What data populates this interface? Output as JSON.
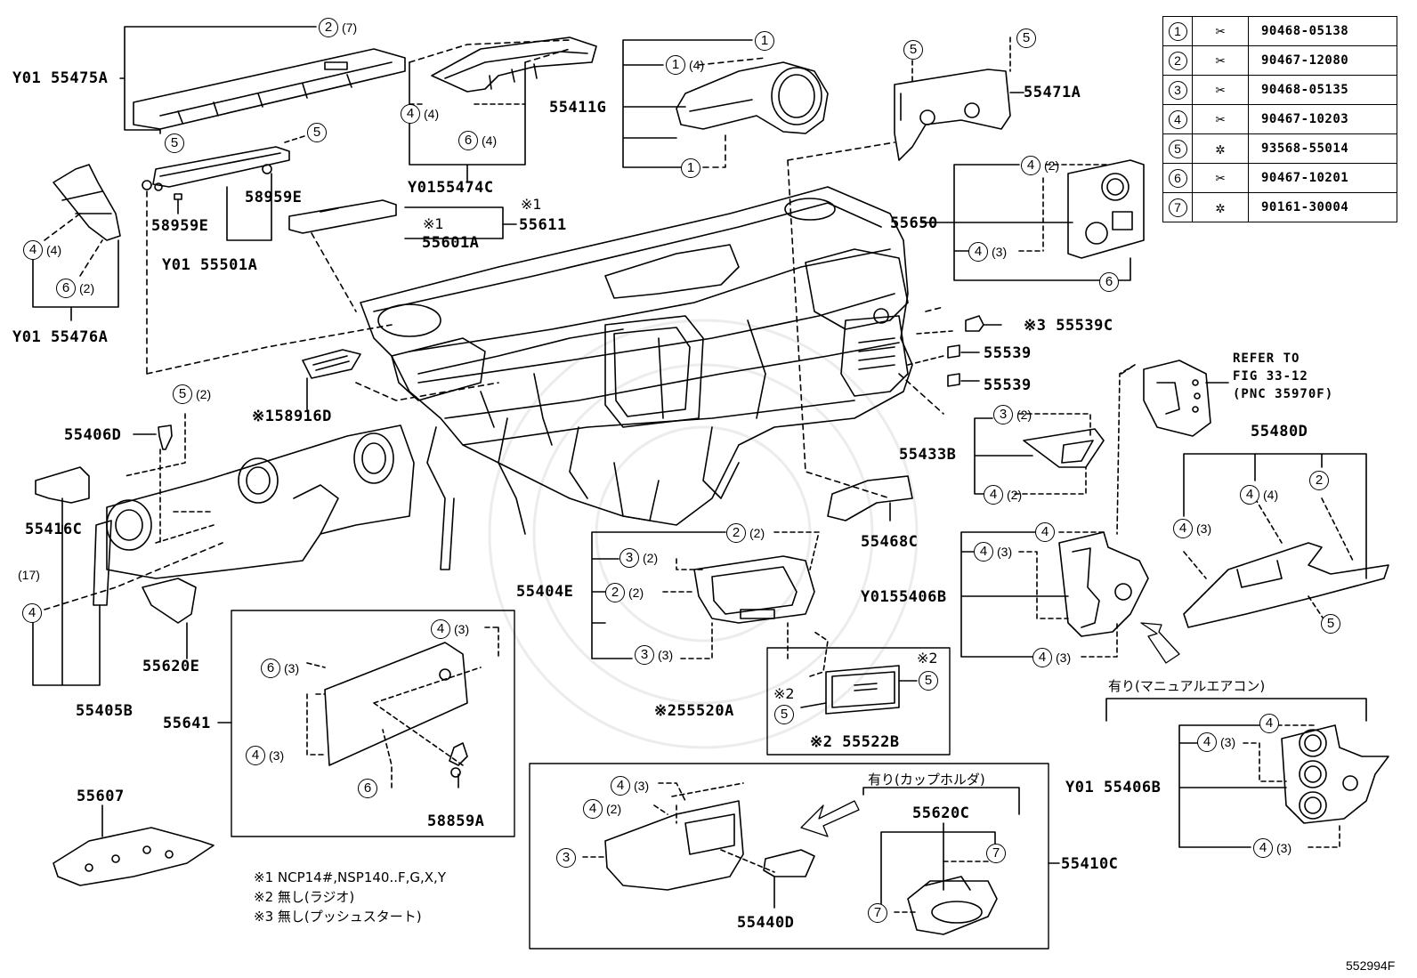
{
  "legend": [
    {
      "key": "1",
      "icon": "clip-icon",
      "part": "90468-05138"
    },
    {
      "key": "2",
      "icon": "clip-icon",
      "part": "90467-12080"
    },
    {
      "key": "3",
      "icon": "clip-icon",
      "part": "90468-05135"
    },
    {
      "key": "4",
      "icon": "clip-icon",
      "part": "90467-10203"
    },
    {
      "key": "5",
      "icon": "screw-icon",
      "part": "93568-55014"
    },
    {
      "key": "6",
      "icon": "clip-icon",
      "part": "90467-10201"
    },
    {
      "key": "7",
      "icon": "screw-icon",
      "part": "90161-30004"
    }
  ],
  "labels": {
    "p55475A": "Y01 55475A",
    "p55474C": "Y0155474C",
    "p55411G": "55411G",
    "p55471A": "55471A",
    "p58959E_a": "58959E",
    "p58959E_b": "58959E",
    "p55501A": "Y01 55501A",
    "p55611": "55611",
    "p55601A": "55601A",
    "mark1_55611": "※1",
    "mark1_55601A": "※1",
    "p55476A": "Y01 55476A",
    "p55650": "55650",
    "p55539C": "※3 55539C",
    "p55539_a": "55539",
    "p55539_b": "55539",
    "p58916D": "※158916D",
    "p55406D": "55406D",
    "p55416C": "55416C",
    "p55433B": "55433B",
    "p55480D": "55480D",
    "p55468C": "55468C",
    "p55404E": "55404E",
    "p55406B_a": "Y0155406B",
    "p55620E": "55620E",
    "p55405B": "55405B",
    "p55641": "55641",
    "p55520A": "※255520A",
    "p55522B": "※2 55522B",
    "mark2_a": "※2",
    "mark2_b": "※2",
    "p58859A": "58859A",
    "p55607": "55607",
    "p55620C": "55620C",
    "p55410C": "55410C",
    "p55440D": "55440D",
    "p55406B_b": "Y01 55406B",
    "qty17": "(17)",
    "diagram_id": "552994F"
  },
  "refer": [
    "REFER TO",
    "FIG 33-12",
    "(PNC 35970F)"
  ],
  "variants": {
    "manual_ac": "有り(マニュアルエアコン)",
    "cup_holder": "有り(カップホルダ)"
  },
  "footnotes": [
    "※1 NCP14#,NSP140..F,G,X,Y",
    "※2 無し(ラジオ)",
    "※3 無し(プッシュスタート)"
  ]
}
